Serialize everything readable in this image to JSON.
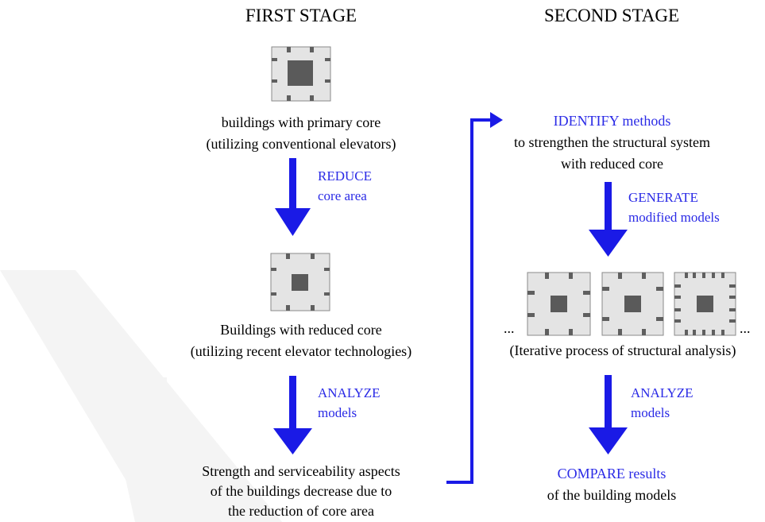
{
  "colors": {
    "arrow": "#1a1ae6",
    "action_text": "#2a2ae6",
    "text": "#000000",
    "plan_fill": "#e4e4e4",
    "plan_border": "#8a8a8a",
    "core": "#5a5a5a",
    "column": "#5f5f5f",
    "watermark": "#f2f2f2"
  },
  "first_stage": {
    "title": "FIRST STAGE",
    "step1": {
      "line1": "buildings with primary core",
      "line2": "(utilizing conventional elevators)"
    },
    "action1": {
      "verb": "REDUCE",
      "object": "core area"
    },
    "step2": {
      "line1": "Buildings with reduced core",
      "line2": "(utilizing recent elevator technologies)"
    },
    "action2": {
      "verb": "ANALYZE",
      "object": "models"
    },
    "step3": {
      "line1": "Strength and serviceability aspects",
      "line2": "of the buildings decrease due to",
      "line3": "the reduction of core area"
    }
  },
  "second_stage": {
    "title": "SECOND STAGE",
    "step1": {
      "verb": "IDENTIFY methods",
      "line2": "to strengthen the structural system",
      "line3": "with reduced core"
    },
    "action1": {
      "verb": "GENERATE",
      "object": "modified models"
    },
    "ellipsis_left": "...",
    "ellipsis_right": "...",
    "step2": {
      "line1": "(Iterative process of structural analysis)"
    },
    "action2": {
      "verb": "ANALYZE",
      "object": "models"
    },
    "step3": {
      "verb": "COMPARE results",
      "line2": "of the building models"
    }
  }
}
